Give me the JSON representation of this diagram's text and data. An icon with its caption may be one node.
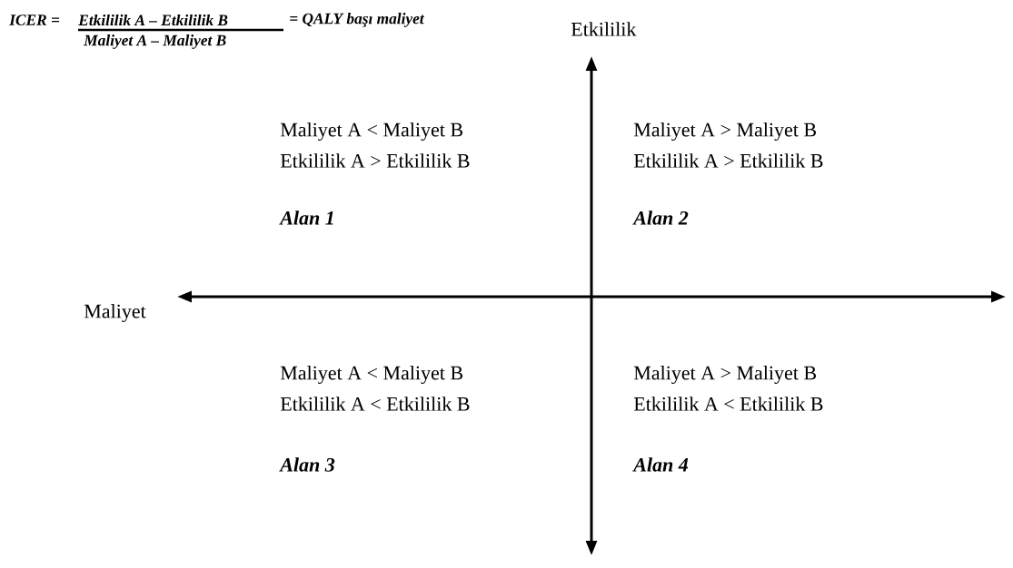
{
  "diagram": {
    "labels": [
      "ICER =",
      "Etkililik A – Etkililik B",
      "Maliyet A – Maliyet B",
      "= QALY başı maliyet",
      "Etkililik",
      "Maliyet A < Maliyet B",
      "Maliyet A > Maliyet B",
      "Etkililik A > Etkililik B",
      "Etkililik A > Etkililik B",
      "Alan 1",
      "Alan 2",
      "Maliyet",
      "Maliyet A < Maliyet B",
      "Maliyet A > Maliyet B",
      "Etkililik A < Etkililik B",
      "Etkililik A < Etkililik B",
      "Alan 3",
      "Alan 4"
    ]
  }
}
